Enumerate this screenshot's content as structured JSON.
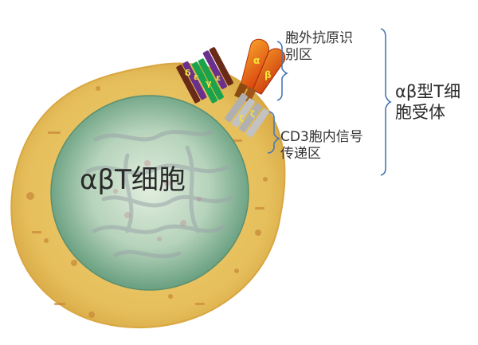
{
  "labels": {
    "cell": "αβT细胞",
    "extracellular_region": "胞外抗原识别区",
    "signal_region": "CD3胞内信号传递区",
    "receptor": "αβ型T细胞受体"
  },
  "molecule_letters": {
    "alpha": "α",
    "beta": "β",
    "delta": "δ",
    "epsilon": "ε",
    "gamma": "γ",
    "zeta": "ζ"
  },
  "colors": {
    "cytoplasm": "#e8c462",
    "cytoplasm_edge": "#d9ad3f",
    "nucleus_center": "#d9ead8",
    "nucleus_edge": "#6aa183",
    "bracket": "#4a78b5",
    "alpha_chain": "#e85a1a",
    "beta_chain": "#d63f12",
    "cd3_purple": "#6b2f8c",
    "cd3_brown": "#6a2a18",
    "cd3_green": "#1aa34a",
    "cd3_gray": "#b0b0b0",
    "letter_yellow": "#f5e23a"
  }
}
